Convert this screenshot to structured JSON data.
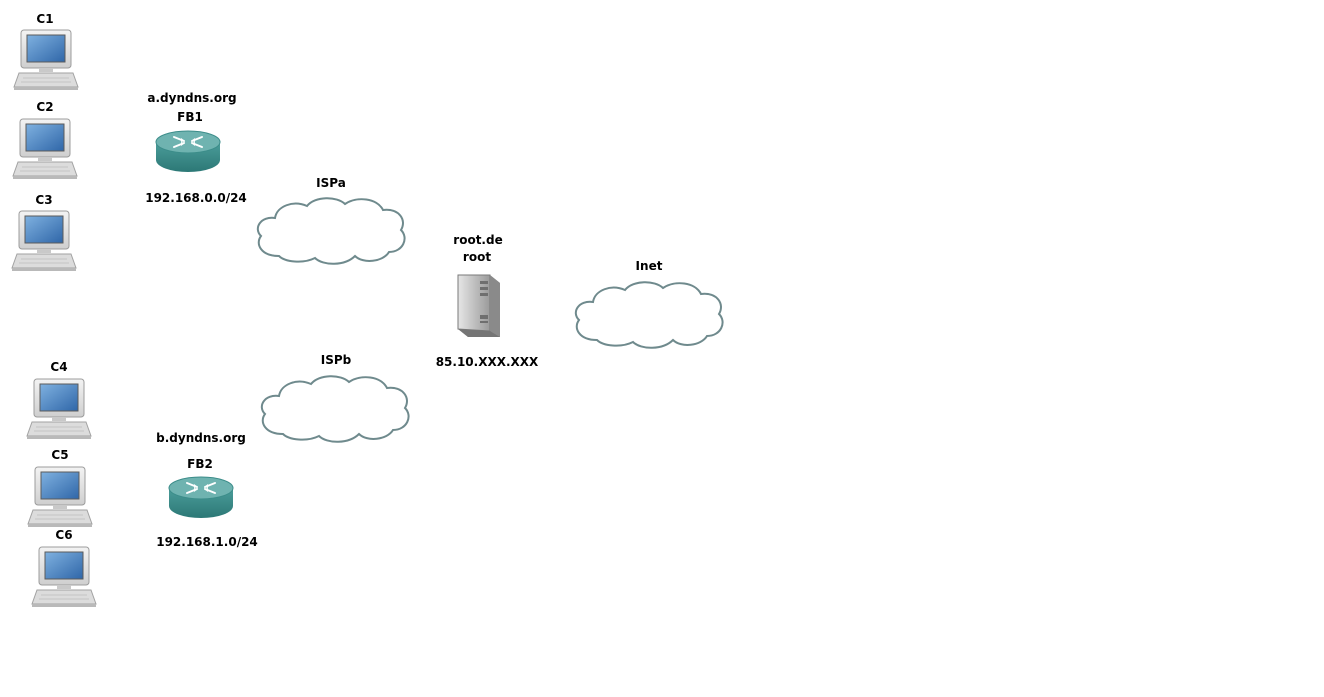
{
  "palette": {
    "router_body": "#3f8f8c",
    "router_top": "#2e7f7d",
    "cloud_stroke": "#6f8a8d",
    "screen": "#4a7fb8",
    "monitor_body": "#e2e2e2",
    "server_body": "#bdbdbd"
  },
  "clients": {
    "c1": "C1",
    "c2": "C2",
    "c3": "C3",
    "c4": "C4",
    "c5": "C5",
    "c6": "C6"
  },
  "router_a": {
    "hostname": "a.dyndns.org",
    "name": "FB1",
    "subnet": "192.168.0.0/24",
    "icon": "router-icon"
  },
  "router_b": {
    "hostname": "b.dyndns.org",
    "name": "FB2",
    "subnet": "192.168.1.0/24",
    "icon": "router-icon"
  },
  "clouds": {
    "isp_a": "ISPa",
    "isp_b": "ISPb",
    "internet": "Inet"
  },
  "server": {
    "hostname": "root.de",
    "name": "root",
    "ip": "85.10.XXX.XXX",
    "icon": "server-icon"
  }
}
